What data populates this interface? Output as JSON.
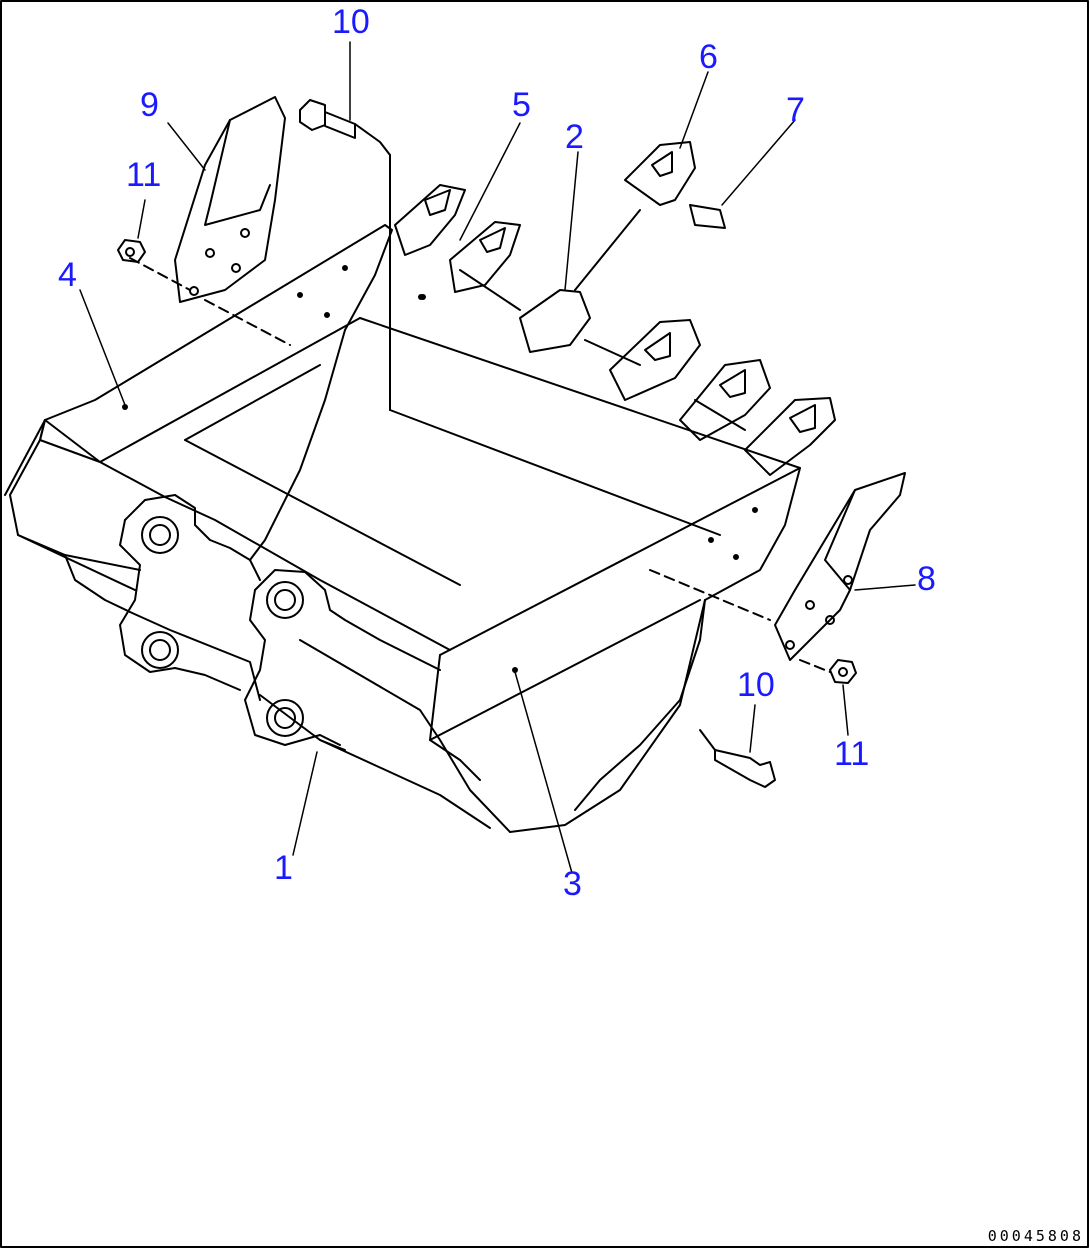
{
  "diagram": {
    "drawing_code": "00045808",
    "callouts": {
      "c1": "1",
      "c2": "2",
      "c3": "3",
      "c4": "4",
      "c5": "5",
      "c6": "6",
      "c7": "7",
      "c8": "8",
      "c9": "9",
      "c10_top": "10",
      "c10_bottom": "10",
      "c11_left": "11",
      "c11_right": "11"
    }
  }
}
